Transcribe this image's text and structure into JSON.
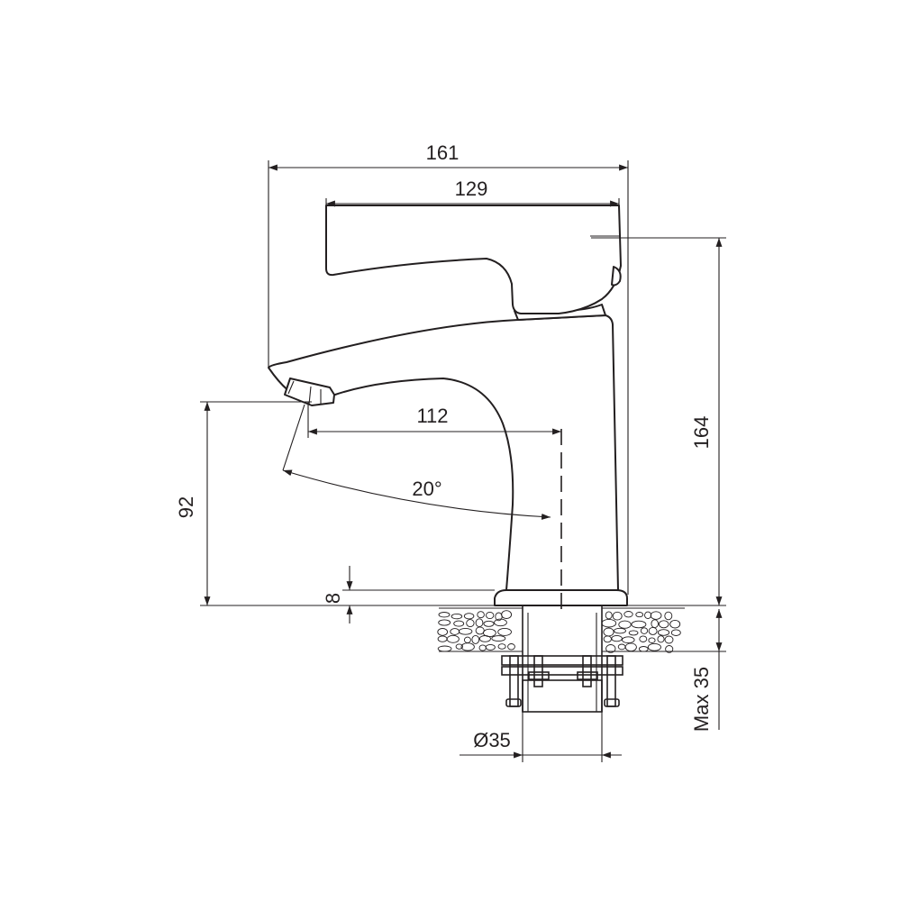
{
  "dimensions": {
    "overall_width": "161",
    "handle_length": "129",
    "spout_reach": "112",
    "overall_height": "164",
    "spout_height": "92",
    "base_height": "8",
    "spout_angle": "20°",
    "hole_diameter": "Ø35",
    "max_thickness": "Max 35"
  },
  "colors": {
    "line": "#231f20",
    "background": "#ffffff"
  }
}
